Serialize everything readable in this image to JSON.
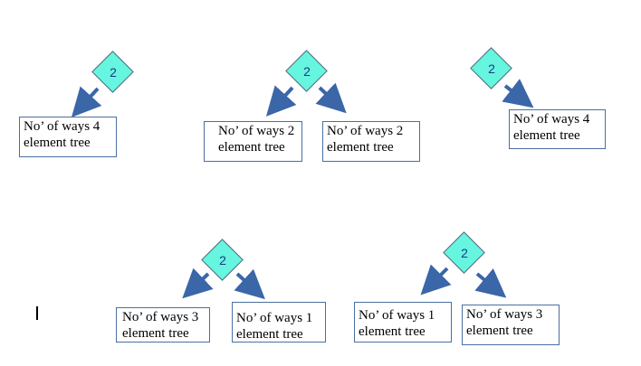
{
  "colors": {
    "node_fill": "#66f5de",
    "arrow": "#3b66a8",
    "box_border": "#4a6fa0"
  },
  "diagrams": [
    {
      "node": "2",
      "children": [
        {
          "line1": "No’ of ways 4",
          "line2": "element tree"
        }
      ]
    },
    {
      "node": "2",
      "children": [
        {
          "line1": "No’ of ways 2",
          "line2": "element tree"
        },
        {
          "line1": "No’ of ways 2",
          "line2": "element tree"
        }
      ]
    },
    {
      "node": "2",
      "children": [
        {
          "line1": "No’ of ways 4",
          "line2": "element tree"
        }
      ]
    },
    {
      "node": "2",
      "children": [
        {
          "line1": "No’ of ways 3",
          "line2": "element tree"
        },
        {
          "line1": "No’ of ways 1",
          "line2": "element tree"
        }
      ]
    },
    {
      "node": "2",
      "children": [
        {
          "line1": "No’ of ways 1",
          "line2": "element tree"
        },
        {
          "line1": "No’ of ways 3",
          "line2": "element tree"
        }
      ]
    }
  ]
}
